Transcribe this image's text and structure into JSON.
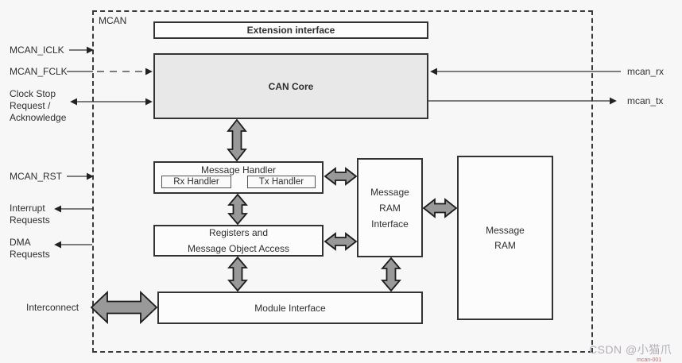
{
  "diagram_label": "MCAN",
  "blocks": {
    "extension_interface": "Extension interface",
    "can_core": "CAN Core",
    "message_handler": "Message Handler",
    "rx_handler": "Rx Handler",
    "tx_handler": "Tx Handler",
    "registers": [
      "Registers and",
      "Message Object Access"
    ],
    "message_ram_interface": [
      "Message",
      "RAM",
      "Interface"
    ],
    "message_ram": [
      "Message",
      "RAM"
    ],
    "module_interface": "Module Interface"
  },
  "left_labels": {
    "iclk": "MCAN_ICLK",
    "fclk": "MCAN_FCLK",
    "clock_stop": [
      "Clock Stop",
      "Request /",
      "Acknowledge"
    ],
    "rst": "MCAN_RST",
    "interrupt": [
      "Interrupt",
      "Requests"
    ],
    "dma": [
      "DMA",
      "Requests"
    ],
    "interconnect": "Interconnect"
  },
  "right_labels": {
    "mcan_rx": "mcan_rx",
    "mcan_tx": "mcan_tx"
  },
  "watermark": "CSDN @小猫爪",
  "figure_tag": "mcan-001",
  "colors": {
    "background": "#f7f7f7",
    "can_core_fill": "#e8e8e8",
    "arrow_fill": "#999999",
    "box_border": "#333333",
    "watermark": "#b5aeb8"
  }
}
